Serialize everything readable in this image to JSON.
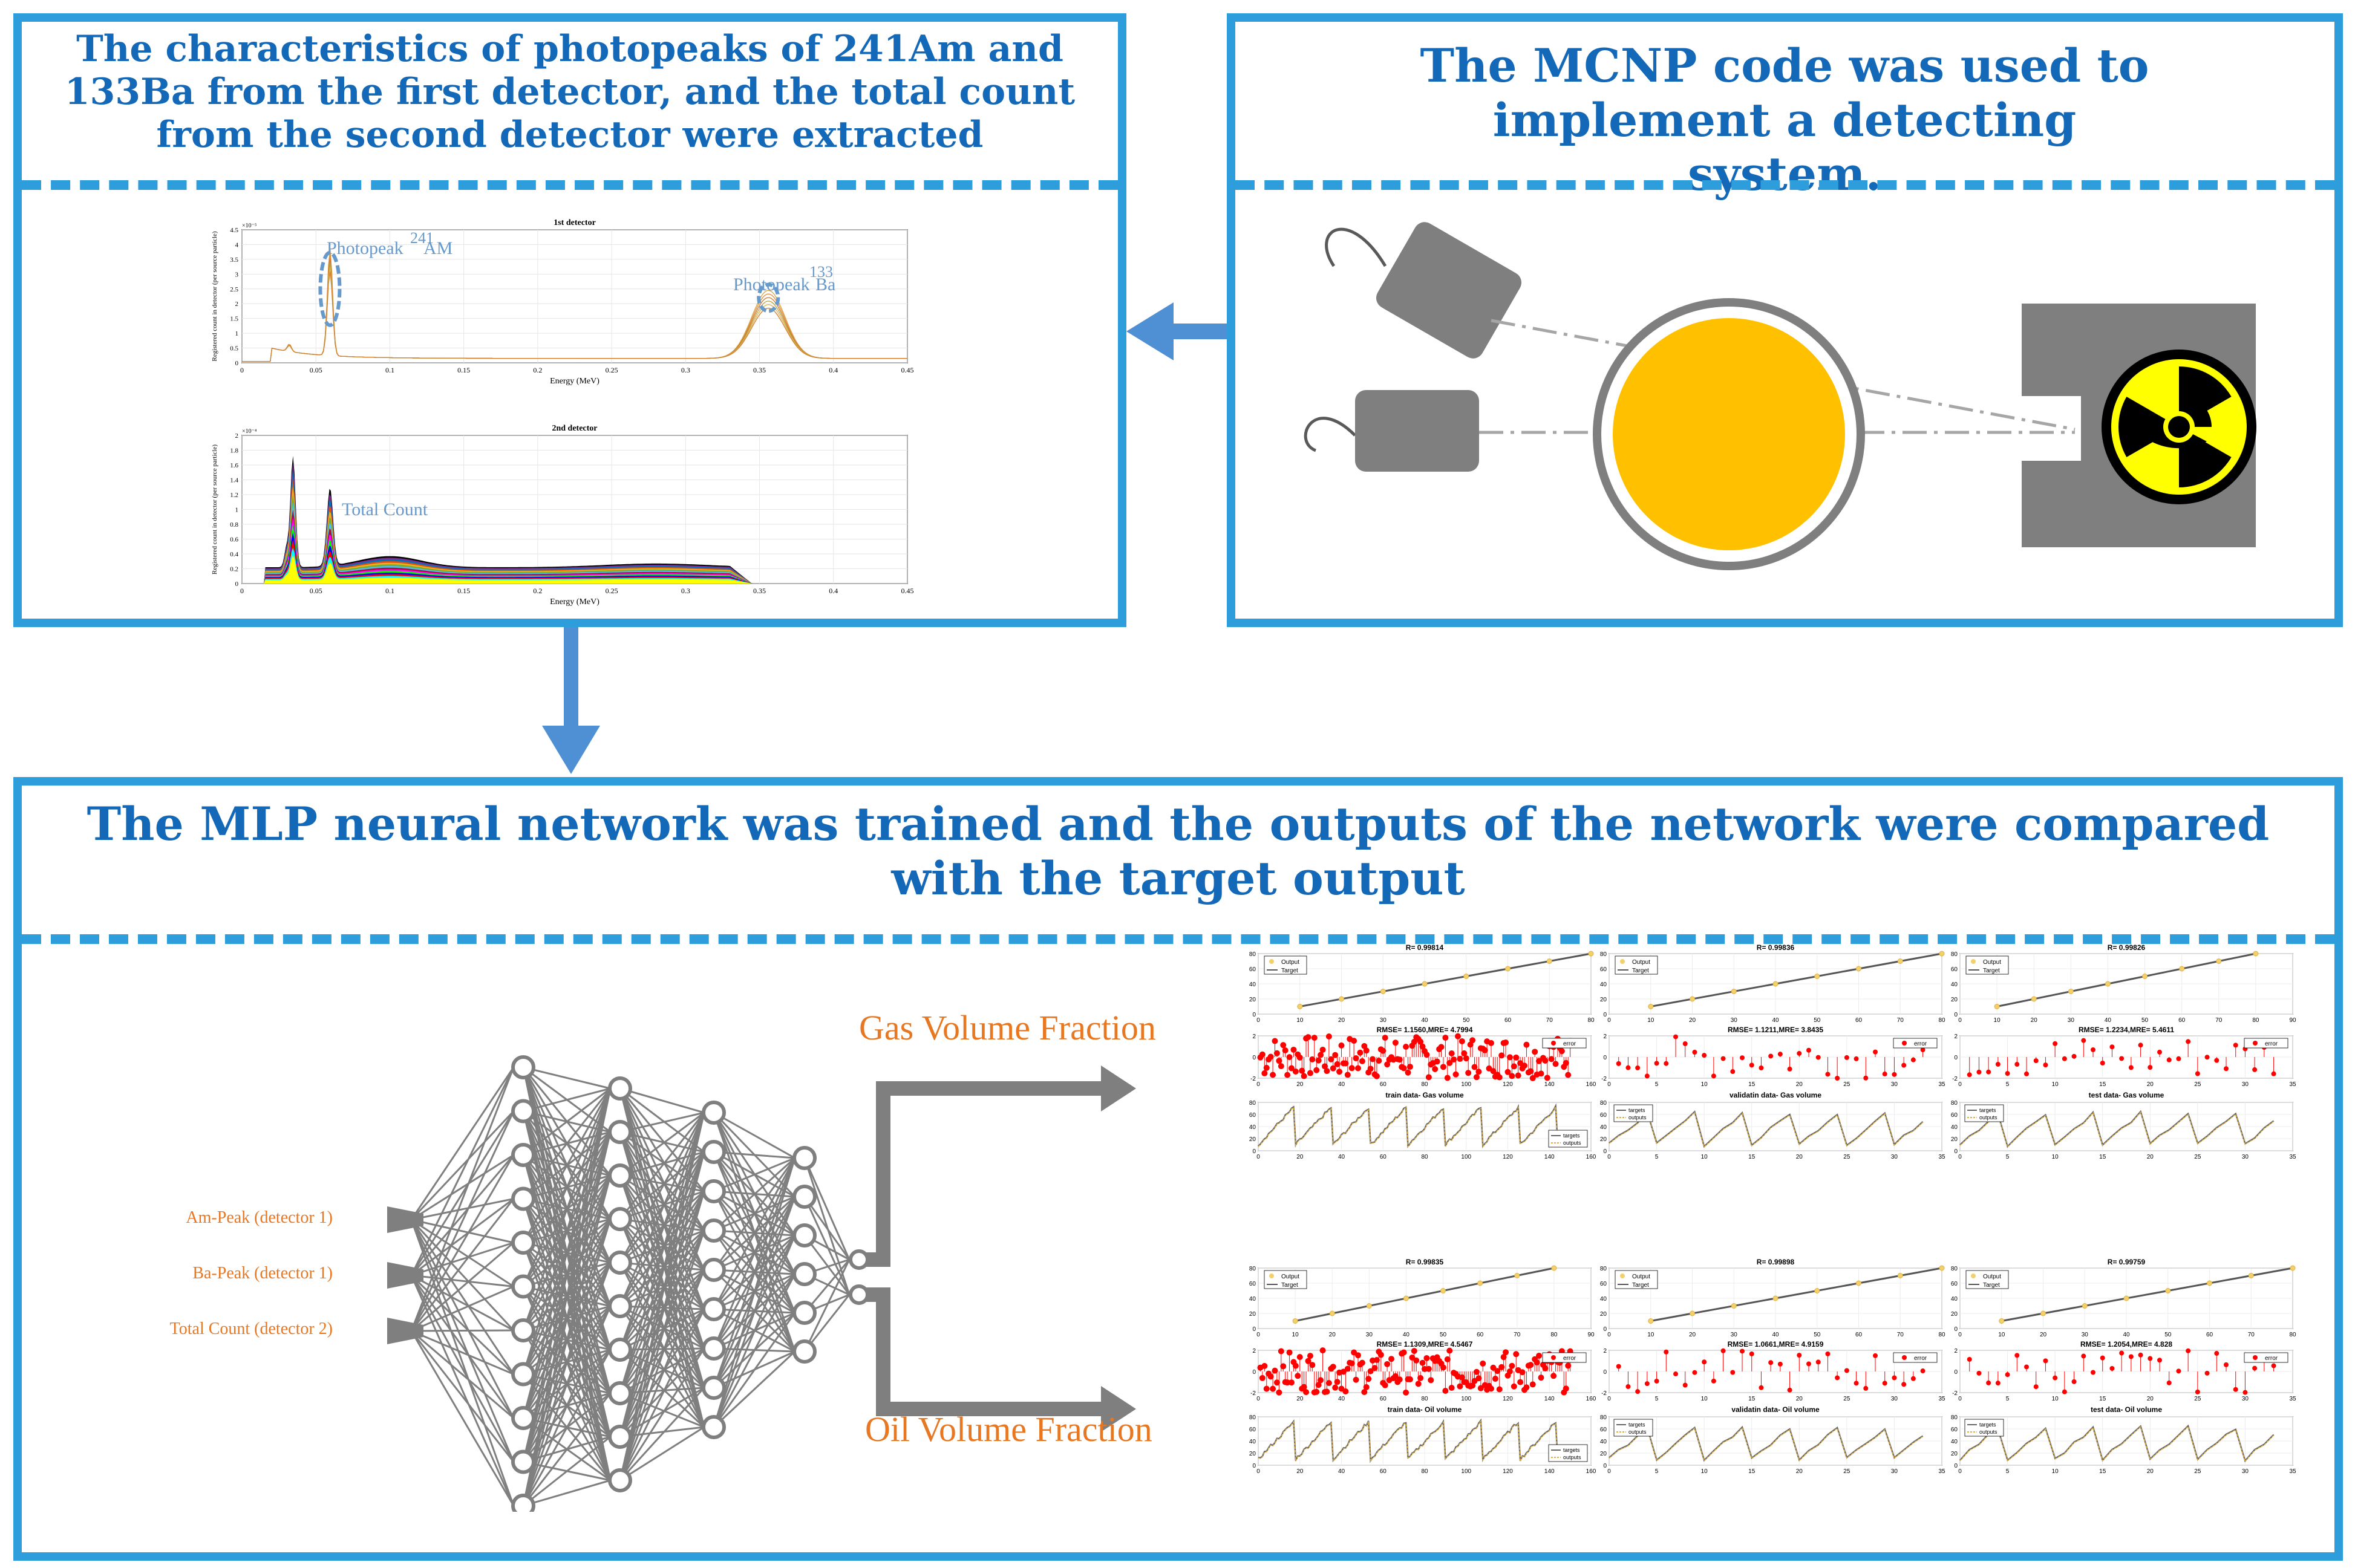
{
  "panels": {
    "extract": {
      "title": "The characteristics of photopeaks of 241Am and 133Ba from the first detector, and the total count from the second detector were extracted"
    },
    "mcnp": {
      "title": "The MCNP code was used to implement a detecting system."
    },
    "mlp": {
      "title": "The MLP neural network was trained and the outputs of the network were compared with the target output"
    }
  },
  "spectrum": {
    "det1": {
      "title": "1st detector",
      "xlabel": "Energy (MeV)",
      "ylabel": "Registered count in detector (per source particle)",
      "exponent": "×10⁻⁵",
      "x_ticks": [
        "0",
        "0.05",
        "0.1",
        "0.15",
        "0.2",
        "0.25",
        "0.3",
        "0.35",
        "0.4",
        "0.45"
      ],
      "y_ticks": [
        "0",
        "0.5",
        "1",
        "1.5",
        "2",
        "2.5",
        "3",
        "3.5",
        "4",
        "4.5"
      ],
      "annot_am": "Photopeak",
      "annot_am_mass": "241",
      "annot_am_el": "AM",
      "annot_ba": "Photopeak",
      "annot_ba_mass": "133",
      "annot_ba_el": "Ba"
    },
    "det2": {
      "title": "2nd detector",
      "xlabel": "Energy (MeV)",
      "ylabel": "Registered count in detector (per source particle)",
      "exponent": "×10⁻⁴",
      "x_ticks": [
        "0",
        "0.05",
        "0.1",
        "0.15",
        "0.2",
        "0.25",
        "0.3",
        "0.35",
        "0.4",
        "0.45"
      ],
      "y_ticks": [
        "0",
        "0.2",
        "0.4",
        "0.6",
        "0.8",
        "1",
        "1.2",
        "1.4",
        "1.6",
        "1.8",
        "2"
      ],
      "annot": "Total Count"
    }
  },
  "network": {
    "inputs": [
      "Am-Peak (detector 1)",
      "Ba-Peak (detector 1)",
      "Total Count (detector 2)"
    ],
    "outputs": [
      "Gas Volume Fraction",
      "Oil Volume Fraction"
    ]
  },
  "results": {
    "gas": [
      {
        "r": "R= 0.99814",
        "err": "RMSE= 1.1560,MRE= 4.7994",
        "cap": "train data- Gas volume",
        "xt": [
          "0",
          "10",
          "20",
          "30",
          "40",
          "50",
          "60",
          "70",
          "80"
        ],
        "xmax": 160
      },
      {
        "r": "R= 0.99836",
        "err": "RMSE= 1.1211,MRE= 3.8435",
        "cap": "validatin data- Gas volume",
        "xt": [
          "0",
          "10",
          "20",
          "30",
          "40",
          "50",
          "60",
          "70",
          "80"
        ],
        "xmax": 35
      },
      {
        "r": "R= 0.99826",
        "err": "RMSE= 1.2234,MRE= 5.4611",
        "cap": "test data- Gas volume",
        "xt": [
          "0",
          "10",
          "20",
          "30",
          "40",
          "50",
          "60",
          "70",
          "80",
          "90"
        ],
        "xmax": 35
      }
    ],
    "oil": [
      {
        "r": "R= 0.99835",
        "err": "RMSE= 1.1309,MRE= 4.5467",
        "cap": "train data- Oil volume",
        "xt": [
          "0",
          "10",
          "20",
          "30",
          "40",
          "50",
          "60",
          "70",
          "80",
          "90"
        ],
        "xmax": 160
      },
      {
        "r": "R= 0.99898",
        "err": "RMSE= 1.0661,MRE= 4.9159",
        "cap": "validatin data- Oil volume",
        "xt": [
          "0",
          "10",
          "20",
          "30",
          "40",
          "50",
          "60",
          "70",
          "80"
        ],
        "xmax": 35
      },
      {
        "r": "R= 0.99759",
        "err": "RMSE= 1.2054,MRE= 4.828",
        "cap": "test data- Oil volume",
        "xt": [
          "0",
          "10",
          "20",
          "30",
          "40",
          "50",
          "60",
          "70",
          "80"
        ],
        "xmax": 35
      }
    ],
    "legend": {
      "output": "Output",
      "target": "Target",
      "error": "error",
      "targets": "targets",
      "outputs": "outputs"
    },
    "y_reg": [
      "0",
      "20",
      "40",
      "60",
      "80"
    ],
    "y_err": [
      "-2",
      "0",
      "2"
    ],
    "y_ts": [
      "0",
      "20",
      "40",
      "60",
      "80"
    ]
  },
  "colors": {
    "frame": "#2e9ddb",
    "title": "#1369b8",
    "annot": "#6699cc",
    "orange": "#e87722",
    "gray": "#7f7f7f",
    "pipe": "#ffc000",
    "red": "#ff0000"
  }
}
